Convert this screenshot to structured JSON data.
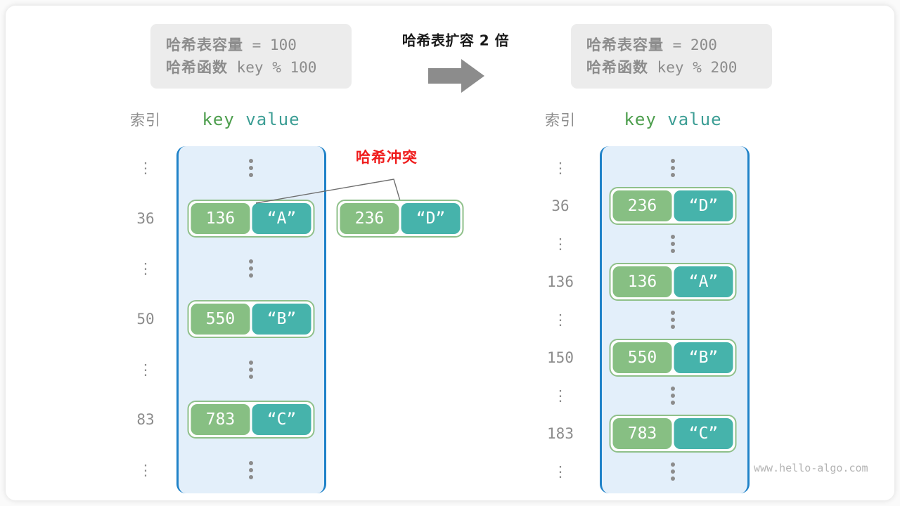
{
  "figure": {
    "watermark": "www.hello-algo.com",
    "collision_label": "哈希冲突",
    "migrate_title": "哈希表扩容 2 倍",
    "arrow_icon": "right-arrow-icon",
    "accent_border": "#1f82c8",
    "bucket_fill": "#e3effa",
    "key_color": "#87bf83",
    "value_color": "#46b3ab",
    "collision_color": "#ef1c1c"
  },
  "before": {
    "info": {
      "capacity_label": "哈希表容量",
      "capacity_expr": " = 100",
      "hashfn_label": "哈希函数",
      "hashfn_expr": " key % 100"
    },
    "headers": {
      "index": "索引",
      "key": "key",
      "value": "value"
    },
    "rows": [
      {
        "index": "⋮",
        "type": "dots"
      },
      {
        "index": "36",
        "type": "pair",
        "key": "136",
        "value": "“A”"
      },
      {
        "index": "⋮",
        "type": "dots"
      },
      {
        "index": "50",
        "type": "pair",
        "key": "550",
        "value": "“B”"
      },
      {
        "index": "⋮",
        "type": "dots"
      },
      {
        "index": "83",
        "type": "pair",
        "key": "783",
        "value": "“C”"
      },
      {
        "index": "⋮",
        "type": "dots"
      }
    ],
    "overflow_pair": {
      "key": "236",
      "value": "“D”"
    }
  },
  "after": {
    "info": {
      "capacity_label": "哈希表容量",
      "capacity_expr": " = 200",
      "hashfn_label": "哈希函数",
      "hashfn_expr": " key % 200"
    },
    "headers": {
      "index": "索引",
      "key": "key",
      "value": "value"
    },
    "rows": [
      {
        "index": "⋮",
        "type": "dots"
      },
      {
        "index": "36",
        "type": "pair",
        "key": "236",
        "value": "“D”"
      },
      {
        "index": "⋮",
        "type": "dots"
      },
      {
        "index": "136",
        "type": "pair",
        "key": "136",
        "value": "“A”"
      },
      {
        "index": "⋮",
        "type": "dots"
      },
      {
        "index": "150",
        "type": "pair",
        "key": "550",
        "value": "“B”"
      },
      {
        "index": "⋮",
        "type": "dots"
      },
      {
        "index": "183",
        "type": "pair",
        "key": "783",
        "value": "“C”"
      },
      {
        "index": "⋮",
        "type": "dots"
      }
    ]
  }
}
